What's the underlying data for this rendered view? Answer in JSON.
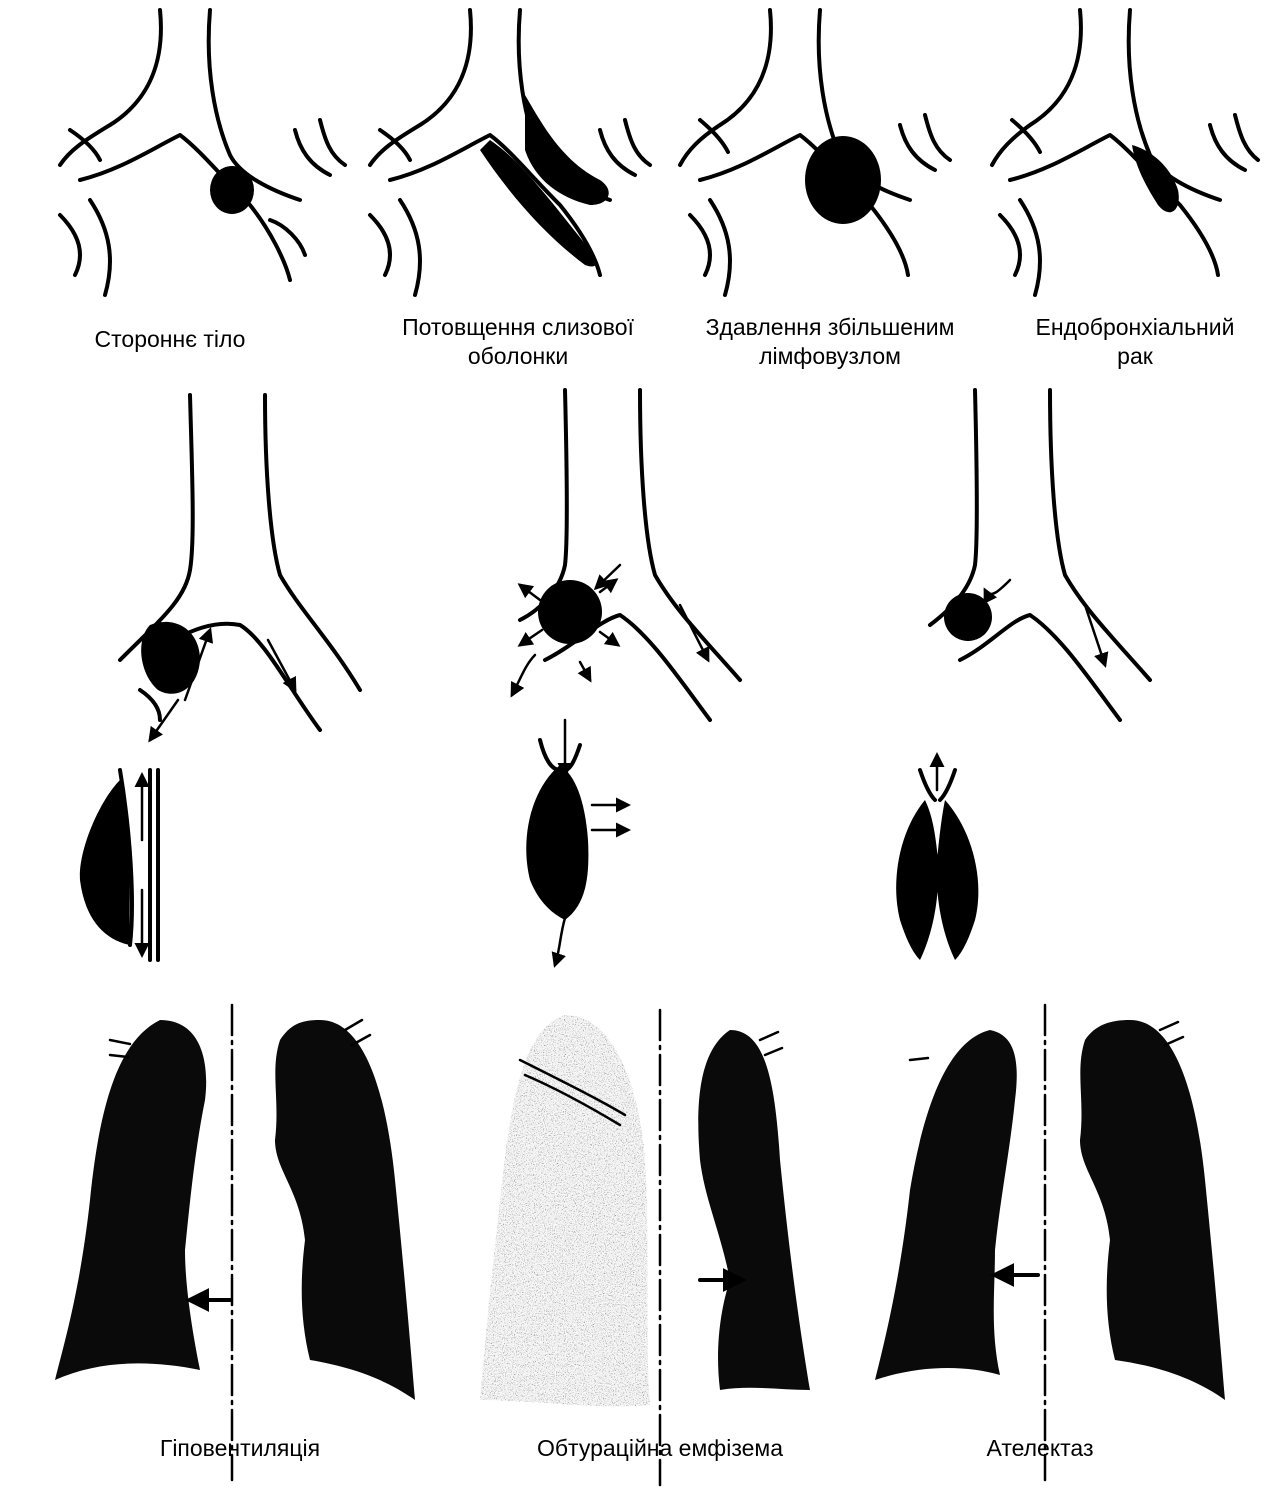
{
  "top_row": [
    {
      "id": "foreign-body",
      "label": "Стороннє тіло"
    },
    {
      "id": "mucosa-thickening",
      "label": "Потовщення слизової\nоболонки"
    },
    {
      "id": "lymph-node-compression",
      "label": "Здавлення збільшеним\nлімфовузлом"
    },
    {
      "id": "endobronchial-cancer",
      "label": "Ендобронхіальний\nрак"
    }
  ],
  "bottom_row": [
    {
      "id": "hypoventilation",
      "label": "Гіповентиляція"
    },
    {
      "id": "obstructive-emphysema",
      "label": "Обтураційна емфізема"
    },
    {
      "id": "atelectasis",
      "label": "Ателектаз"
    }
  ],
  "colors": {
    "ink": "#000000",
    "background": "#ffffff",
    "emphysema_fill": "#9a9a9a"
  }
}
